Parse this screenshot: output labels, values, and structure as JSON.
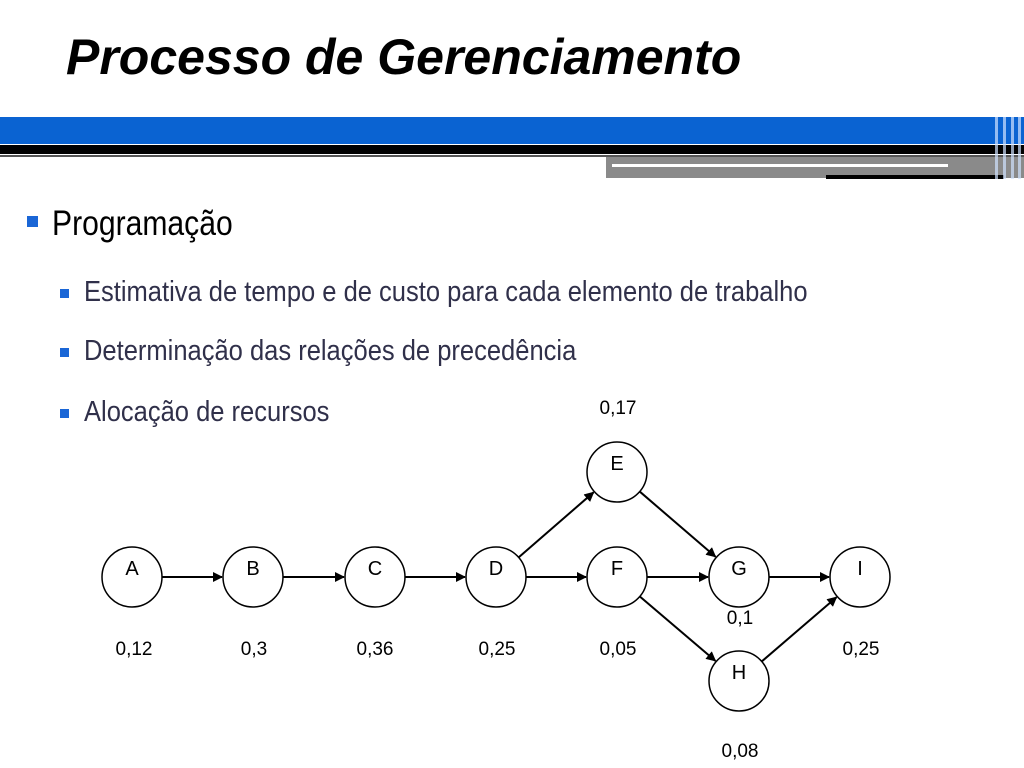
{
  "slide": {
    "title": "Processo de Gerenciamento",
    "colors": {
      "accent_blue": "#0a63d2",
      "band_black": "#000000",
      "band_gray": "#8a8a8a",
      "bullet_blue": "#1a66d6",
      "sub_text": "#30304a"
    }
  },
  "bullets": {
    "level1": "Programação",
    "level2": [
      "Estimativa de tempo e de custo para cada elemento de trabalho",
      "Determinação das relações de precedência",
      "Alocação de recursos"
    ]
  },
  "diagram": {
    "nodes": [
      {
        "id": "A",
        "label": "A",
        "value": "0,12"
      },
      {
        "id": "B",
        "label": "B",
        "value": "0,3"
      },
      {
        "id": "C",
        "label": "C",
        "value": "0,36"
      },
      {
        "id": "D",
        "label": "D",
        "value": "0,25"
      },
      {
        "id": "E",
        "label": "E",
        "value": "0,17"
      },
      {
        "id": "F",
        "label": "F",
        "value": "0,05"
      },
      {
        "id": "G",
        "label": "G",
        "value": "0,1"
      },
      {
        "id": "H",
        "label": "H",
        "value": "0,08"
      },
      {
        "id": "I",
        "label": "I",
        "value": "0,25"
      }
    ],
    "edges": [
      {
        "from": "A",
        "to": "B"
      },
      {
        "from": "B",
        "to": "C"
      },
      {
        "from": "C",
        "to": "D"
      },
      {
        "from": "D",
        "to": "E"
      },
      {
        "from": "D",
        "to": "F"
      },
      {
        "from": "E",
        "to": "G"
      },
      {
        "from": "F",
        "to": "G"
      },
      {
        "from": "F",
        "to": "H"
      },
      {
        "from": "G",
        "to": "I"
      },
      {
        "from": "H",
        "to": "I"
      }
    ]
  }
}
